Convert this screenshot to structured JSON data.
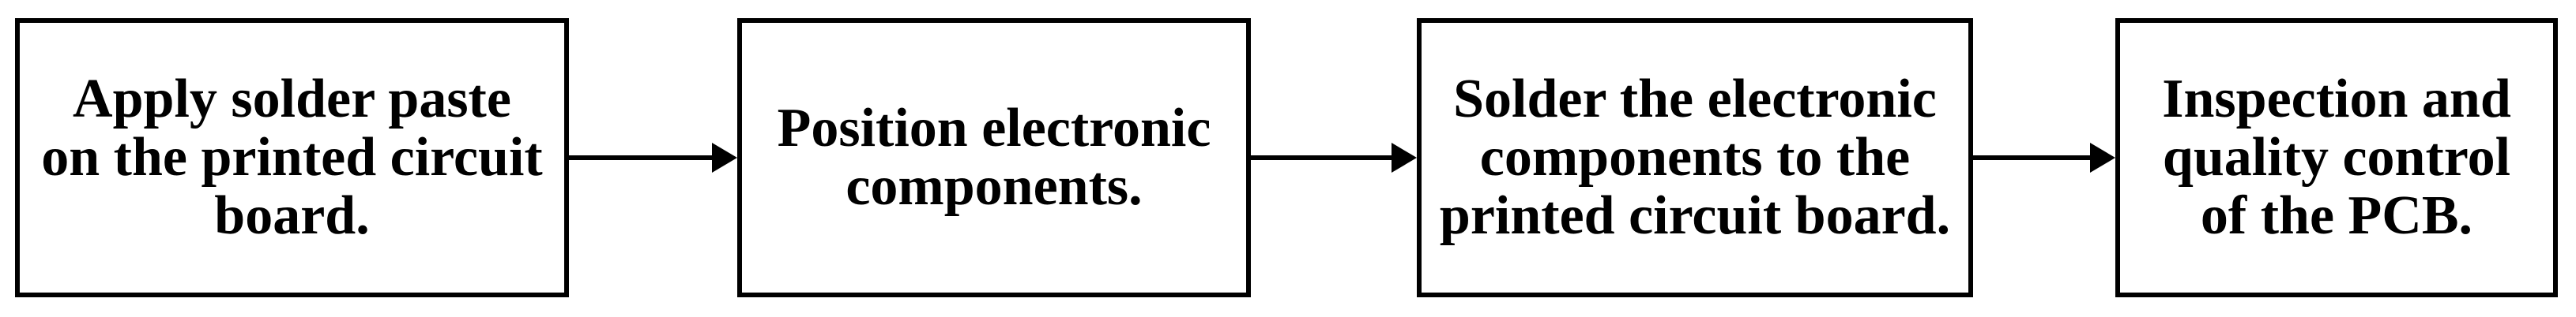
{
  "flowchart": {
    "colors": {
      "background": "#ffffff",
      "box_border": "#000000",
      "box_fill": "#ffffff",
      "text": "#000000",
      "arrow": "#000000"
    },
    "steps": [
      {
        "label": "Apply solder paste on the printed circuit board.",
        "lines": [
          "Apply solder paste",
          "on the printed circuit",
          "board."
        ]
      },
      {
        "label": "Position electronic components.",
        "lines": [
          "Position electronic",
          "components."
        ]
      },
      {
        "label": "Solder the electronic components to the printed circuit board.",
        "lines": [
          "Solder the electronic",
          "components to the",
          "printed circuit board."
        ]
      },
      {
        "label": "Inspection and quality control of the PCB.",
        "lines": [
          "Inspection and",
          "quality control",
          "of the PCB."
        ]
      }
    ],
    "connectors": [
      {
        "from_step": 1,
        "to_step": 2,
        "shape": "right-arrow"
      },
      {
        "from_step": 2,
        "to_step": 3,
        "shape": "right-arrow"
      },
      {
        "from_step": 3,
        "to_step": 4,
        "shape": "right-arrow"
      }
    ]
  }
}
